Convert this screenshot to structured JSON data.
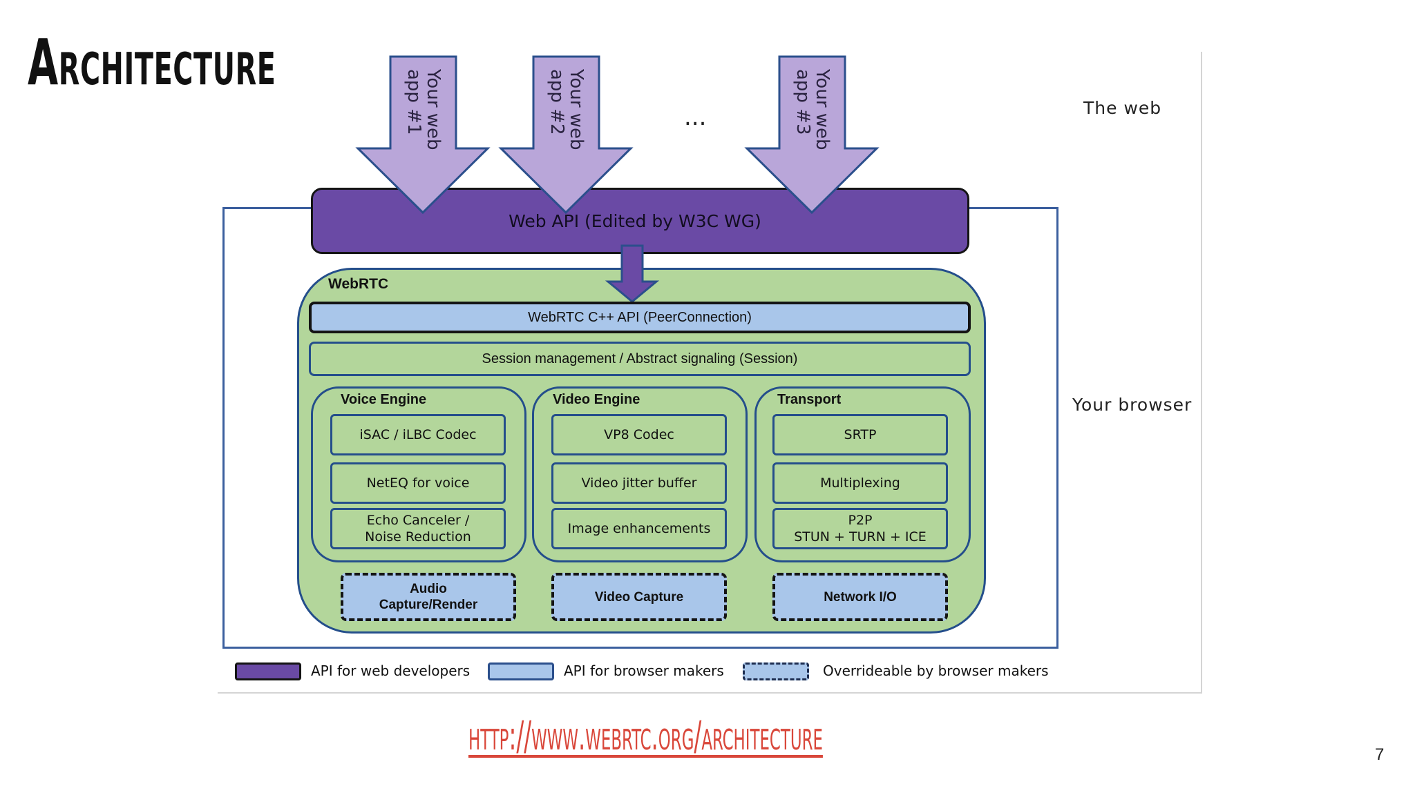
{
  "slide": {
    "title": "Architecture",
    "link": "http://www.webrtc.org/architecture",
    "page_number": "7"
  },
  "diagram": {
    "layers": {
      "web": "The web",
      "browser": "Your browser"
    },
    "apps": [
      {
        "line1": "Your web",
        "line2": "app #1"
      },
      {
        "line1": "Your web",
        "line2": "app #2"
      },
      {
        "line1": "Your web",
        "line2": "app #3"
      }
    ],
    "ellipsis": "...",
    "web_api": "Web API (Edited by W3C WG)",
    "webrtc_label": "WebRTC",
    "cpp_api": "WebRTC C++ API (PeerConnection)",
    "session": "Session management / Abstract signaling (Session)",
    "engines": [
      {
        "title": "Voice Engine",
        "modules": [
          "iSAC / iLBC Codec",
          "NetEQ for voice",
          "Echo Canceler /\nNoise Reduction"
        ],
        "io": "Audio\nCapture/Render"
      },
      {
        "title": "Video Engine",
        "modules": [
          "VP8 Codec",
          "Video jitter buffer",
          "Image enhancements"
        ],
        "io": "Video Capture"
      },
      {
        "title": "Transport",
        "modules": [
          "SRTP",
          "Multiplexing",
          "P2P\nSTUN + TURN + ICE"
        ],
        "io": "Network I/O"
      }
    ],
    "legend": [
      {
        "label": "API for web developers",
        "color": "#6a4aa5"
      },
      {
        "label": "API for browser makers",
        "color": "#a9c6ea"
      },
      {
        "label": "Overrideable by browser makers",
        "color": "#a9c6ea"
      }
    ],
    "colors": {
      "web_api": "#6a4aa5",
      "browser_api": "#a9c6ea",
      "webrtc_green": "#b3d69b",
      "arrow_fill": "#b9a6d9",
      "link": "#d9473a"
    }
  }
}
